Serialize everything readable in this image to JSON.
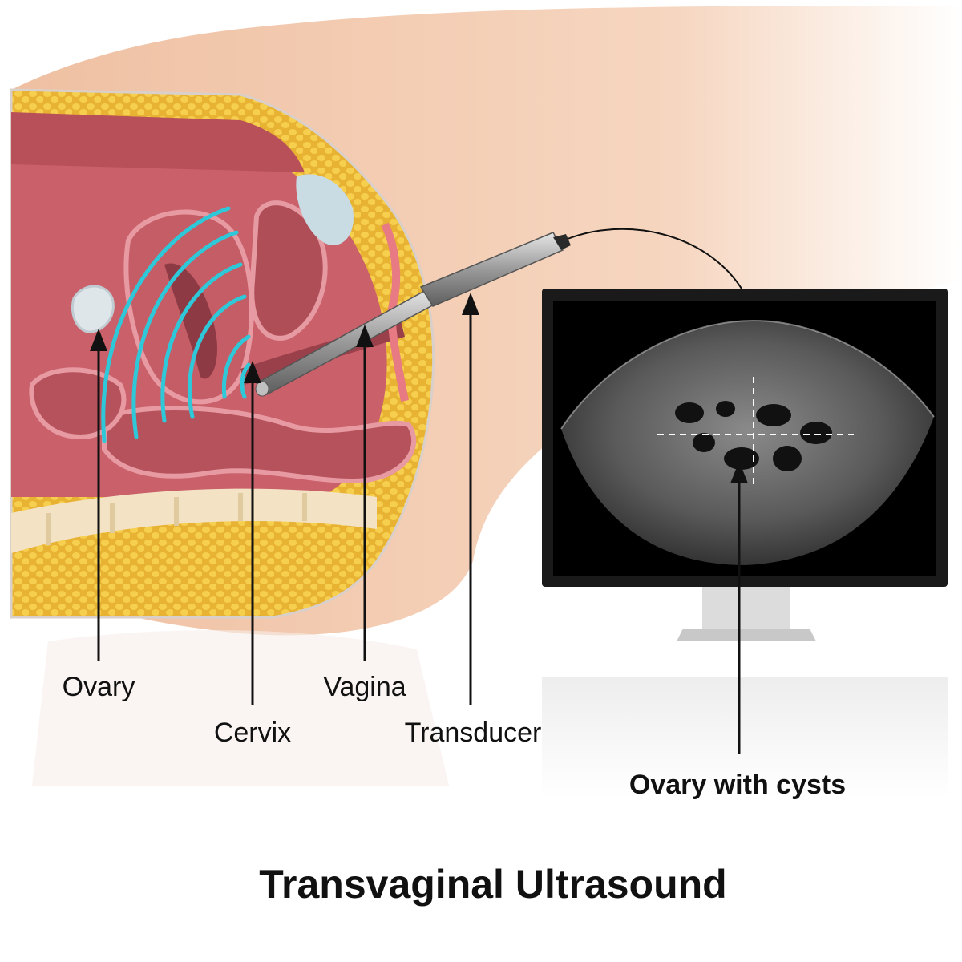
{
  "title": "Transvaginal Ultrasound",
  "labels": {
    "ovary": "Ovary",
    "cervix": "Cervix",
    "vagina": "Vagina",
    "transducer": "Transducer",
    "ovary_with_cysts": "Ovary with cysts"
  },
  "colors": {
    "skin": "#f2c9ae",
    "fat": "#f4c23c",
    "tissue": "#c85a5f",
    "waves": "#2ec8d8",
    "monitor": "#1a1a1a",
    "text": "#111111"
  }
}
